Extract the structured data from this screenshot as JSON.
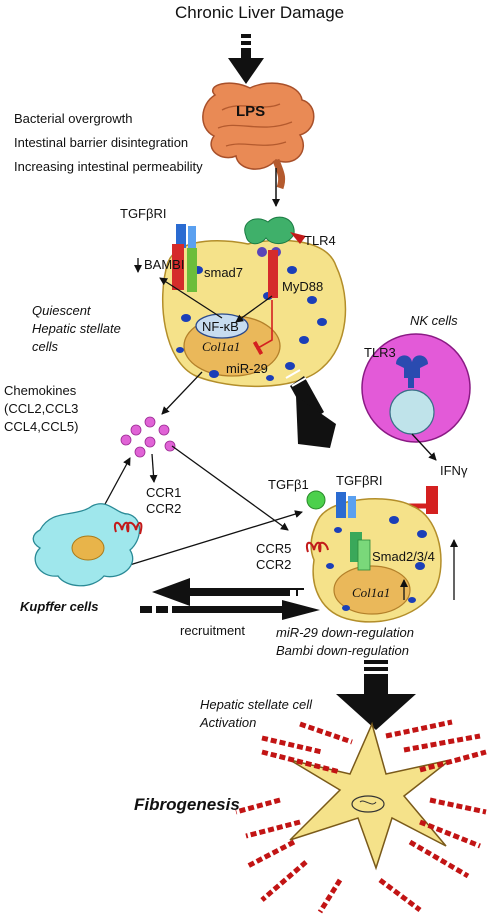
{
  "title": "Chronic Liver Damage",
  "gut": {
    "lps": "LPS"
  },
  "causes": [
    "Bacterial overgrowth",
    "Intestinal barrier disintegration",
    "Increasing intestinal permeability"
  ],
  "quiescent": {
    "tgfbri": "TGFβRI",
    "tlr4": "TLR4",
    "bambi": "BAMBI",
    "smad7": "smad7",
    "myd88": "MyD88",
    "label_line1": "Quiescent",
    "label_line2": "Hepatic stellate",
    "label_line3": "cells",
    "nfkb": "NF-κB",
    "col1a1": "Col1a1",
    "mir29": "miR-29"
  },
  "chemokines": {
    "line1": "Chemokines",
    "line2": "(CCL2,CCL3",
    "line3": "CCL4,CCL5)"
  },
  "nk": {
    "label": "NK cells",
    "tlr3": "TLR3",
    "ifng": "IFNγ"
  },
  "kupffer": {
    "ccr1": "CCR1",
    "ccr2": "CCR2",
    "label": "Kupffer cells",
    "recruitment": "recruitment"
  },
  "activated": {
    "tgfb1": "TGFβ1",
    "tgfbri": "TGFβRI",
    "ccr5": "CCR5",
    "ccr2": "CCR2",
    "smad": "Smad2/3/4",
    "col1a1": "Col1a1",
    "mir29_down": "miR-29 down-regulation",
    "bambi_down": "Bambi down-regulation"
  },
  "activation": {
    "line1": "Hepatic stellate cell",
    "line2": "Activation"
  },
  "fibrogenesis": "Fibrogenesis",
  "colors": {
    "cell": "#f5e28a",
    "nucleus": "#eab85a",
    "dots": "#1b3fb8",
    "nk_outer": "#e35ad8",
    "nk_inner": "#bfe3ea",
    "kupffer": "#9fe7ec",
    "chemokine": "#e063d6",
    "inhibit": "#d42020",
    "fiber": "#c21414",
    "intestine": "#e98a55"
  }
}
